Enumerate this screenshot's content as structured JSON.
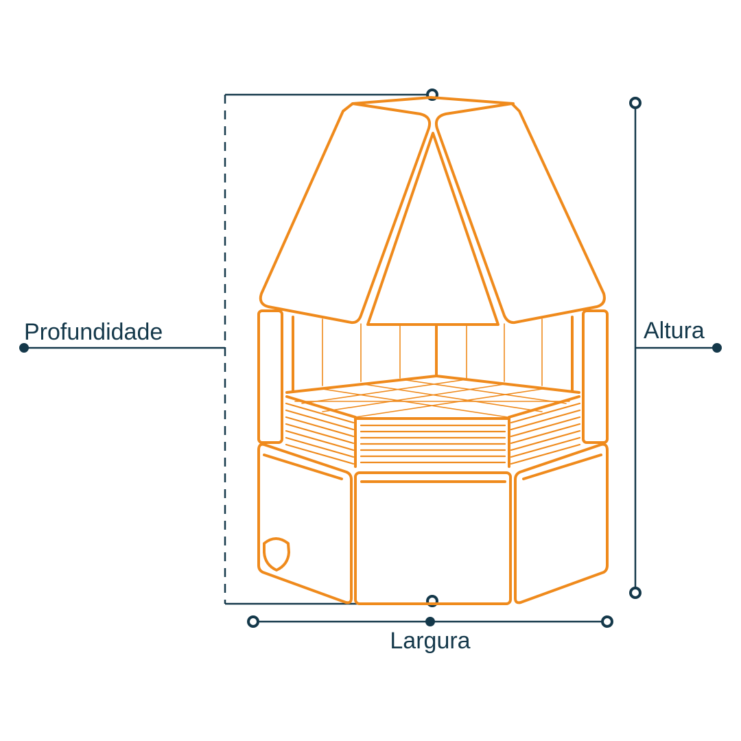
{
  "labels": {
    "depth": "Profundidade",
    "height": "Altura",
    "width": "Largura"
  },
  "colors": {
    "outline": "#ef8a1c",
    "dimension": "#14384a",
    "background": "#ffffff"
  }
}
